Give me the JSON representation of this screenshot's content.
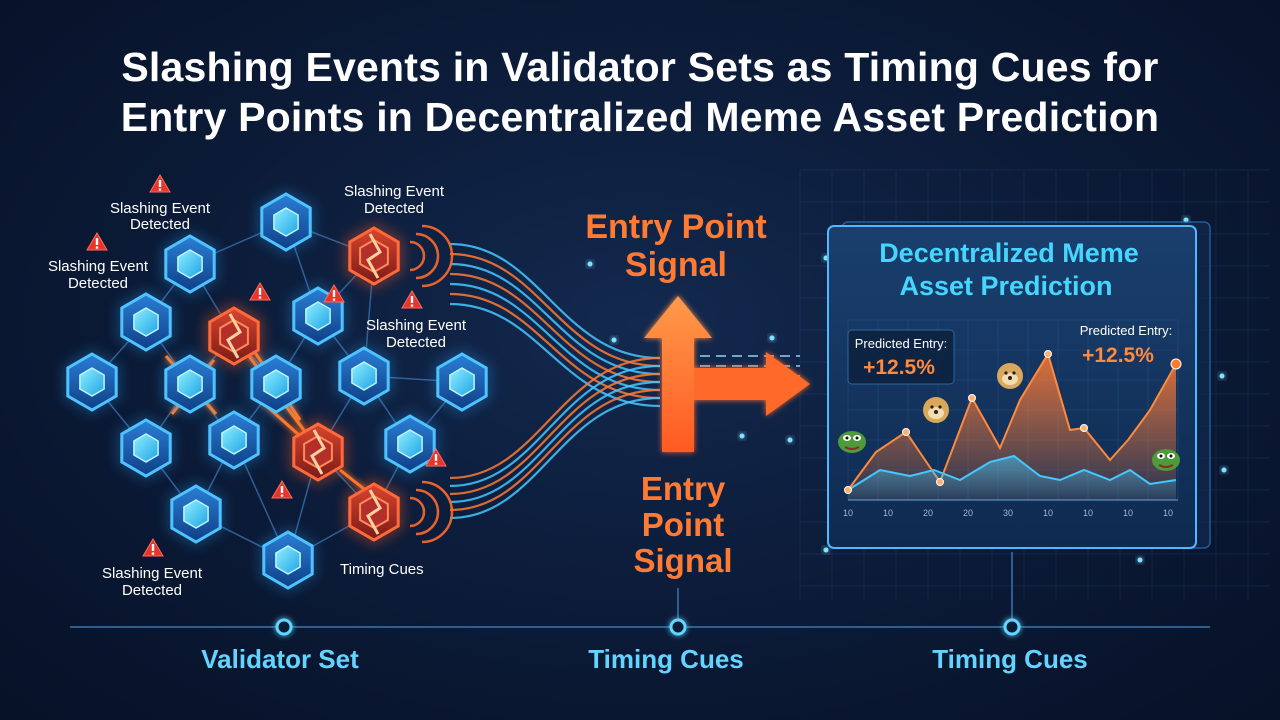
{
  "title": {
    "line1": "Slashing Events in Validator Sets as Timing Cues for",
    "line2": "Entry Points in Decentralized Meme Asset Prediction"
  },
  "labels": {
    "slashing_1": [
      "Slashing Event",
      "Detected"
    ],
    "slashing_2": [
      "Slashing Event",
      "Detected"
    ],
    "slashing_3": [
      "Slashing Event",
      "Detected"
    ],
    "slashing_4": [
      "Slashing Event",
      "Detected"
    ],
    "slashing_5": [
      "Slashing Event",
      "Detected"
    ],
    "timing_cues_small": "Timing Cues",
    "entry_signal_top": [
      "Entry Point",
      "Signal"
    ],
    "entry_signal_bottom": [
      "Entry",
      "Point",
      "Signal"
    ]
  },
  "panel": {
    "title": [
      "Decentralized Meme",
      "Asset Prediction"
    ],
    "pred_left": {
      "label": "Predicted Entry:",
      "value": "+12.5%"
    },
    "pred_right": {
      "label": "Predicted Entry:",
      "value": "+12.5%"
    },
    "x_ticks": [
      "10",
      "10",
      "20",
      "20",
      "30",
      "10",
      "10",
      "10",
      "10"
    ]
  },
  "bottom": {
    "items": [
      "Validator Set",
      "Timing Cues",
      "Timing Cues"
    ]
  },
  "colors": {
    "cyan": "#3fc8ff",
    "orange": "#ff6a2b",
    "red": "#e8342a",
    "background": "#0b1a36"
  }
}
